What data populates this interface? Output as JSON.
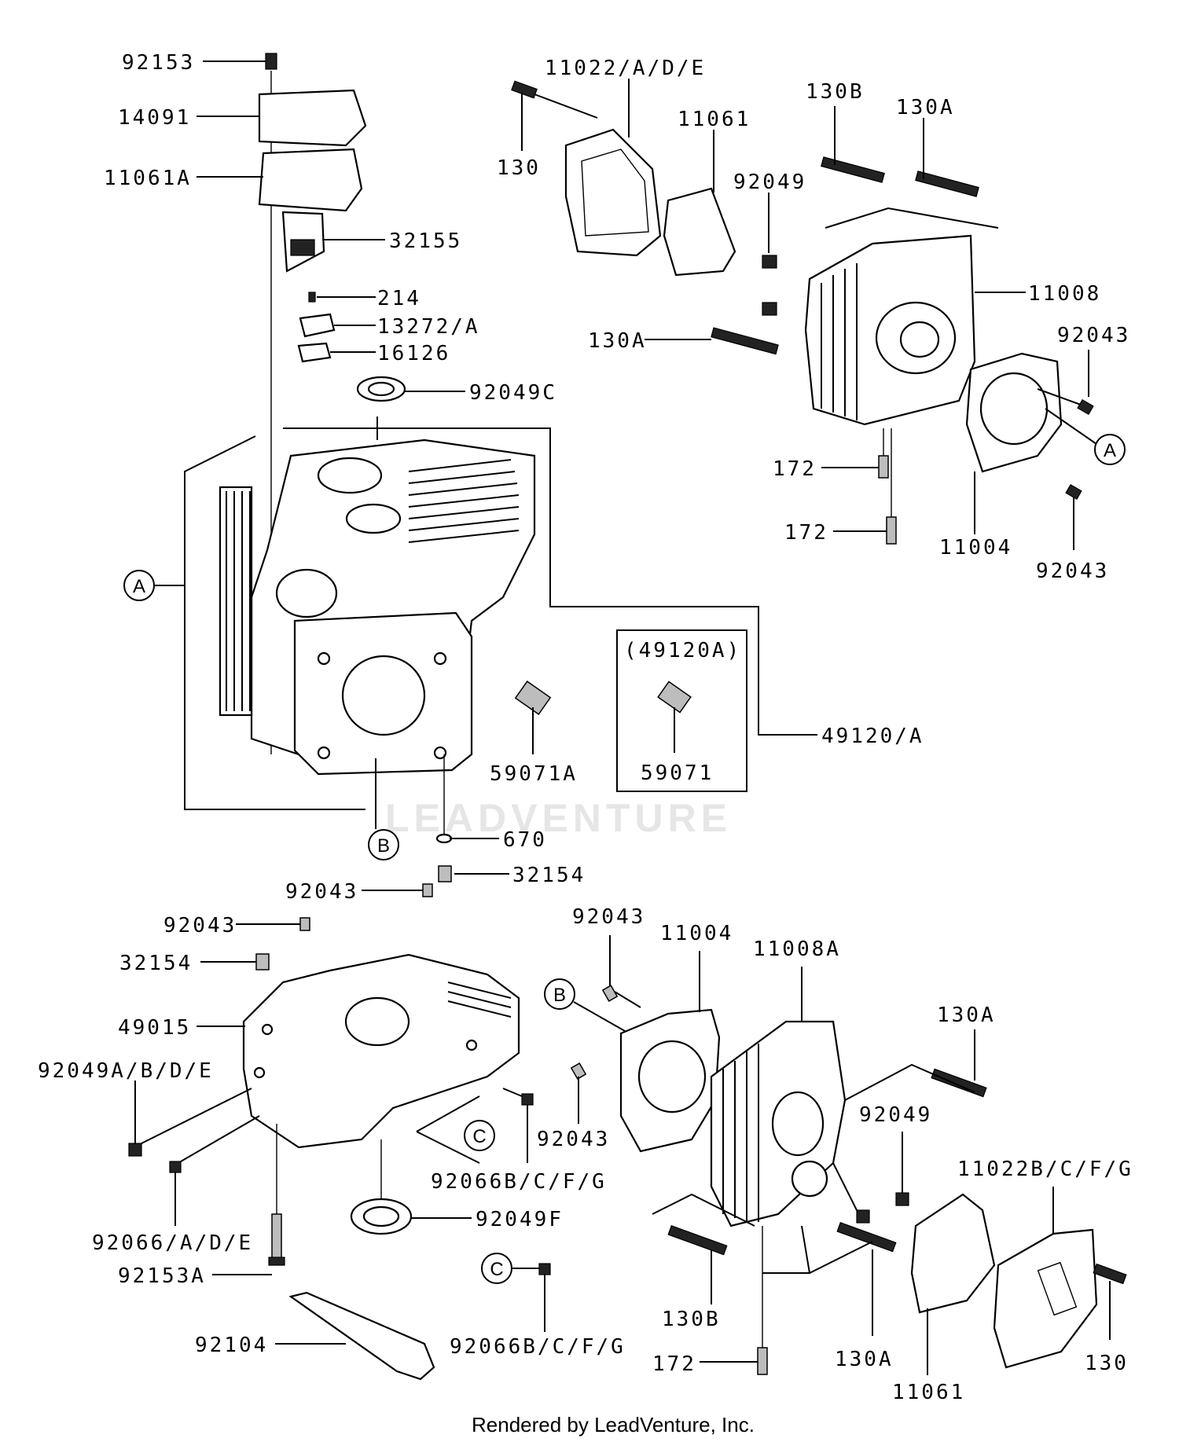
{
  "labels": {
    "p92153": "92153",
    "p14091": "14091",
    "p11061A": "11061A",
    "p32155": "32155",
    "p214": "214",
    "p13272A": "13272/A",
    "p16126": "16126",
    "p92049C": "92049C",
    "p11022ADE": "11022/A/D/E",
    "p130_top": "130",
    "p11061_top": "11061",
    "p130B_top": "130B",
    "p130A_top": "130A",
    "p92049_top": "92049",
    "p11008": "11008",
    "p130A_mid": "130A",
    "p92043_tr1": "92043",
    "p172_a": "172",
    "p172_b": "172",
    "p11004_top": "11004",
    "p92043_tr2": "92043",
    "p49120A_box": "(49120A)",
    "p59071": "59071",
    "p49120A": "49120/A",
    "p59071A": "59071A",
    "p670": "670",
    "p32154_a": "32154",
    "p92043_a": "92043",
    "p92043_b": "92043",
    "p32154_b": "32154",
    "p49015": "49015",
    "p92049ABDE": "92049A/B/D/E",
    "p92066ADE": "92066/A/D/E",
    "p92153A": "92153A",
    "p92104": "92104",
    "p92049F": "92049F",
    "p92066BCFG_a": "92066B/C/F/G",
    "p92066BCFG_b": "92066B/C/F/G",
    "p92043_c": "92043",
    "p11004_bot": "11004",
    "p11008A": "11008A",
    "p92043_d": "92043",
    "p130A_br": "130A",
    "p92049_br": "92049",
    "p11022BCFG": "11022B/C/F/G",
    "p130B_bot": "130B",
    "p130A_bot": "130A",
    "p172_c": "172",
    "p11061_bot": "11061",
    "p130_bot": "130"
  },
  "callouts": {
    "A_left": "A",
    "A_right": "A",
    "B_top": "B",
    "B_bot": "B",
    "C_a": "C",
    "C_b": "C"
  },
  "footer": "Rendered by LeadVenture, Inc.",
  "watermark": "LEADVENTURE"
}
